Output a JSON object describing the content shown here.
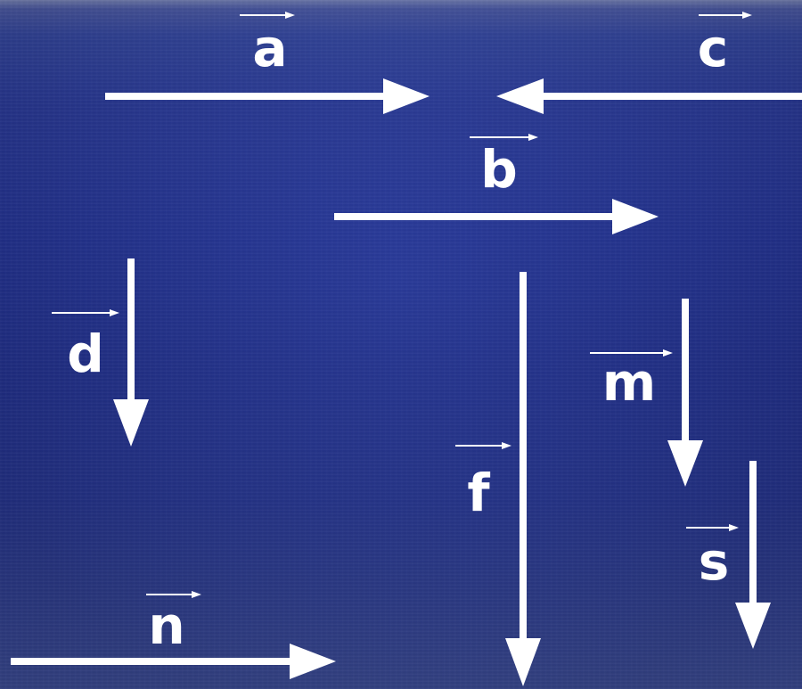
{
  "background": {
    "description_colors": {
      "top": "#4c5aa3",
      "middle": "#22318d",
      "bottom": "#3a4a90"
    }
  },
  "arrow_color": "#ffffff",
  "vectors": [
    {
      "id": "a",
      "label": "a",
      "direction": "right"
    },
    {
      "id": "c",
      "label": "c",
      "direction": "left"
    },
    {
      "id": "b",
      "label": "b",
      "direction": "right"
    },
    {
      "id": "d",
      "label": "d",
      "direction": "down"
    },
    {
      "id": "f",
      "label": "f",
      "direction": "down"
    },
    {
      "id": "m",
      "label": "m",
      "direction": "down"
    },
    {
      "id": "s",
      "label": "s",
      "direction": "down"
    },
    {
      "id": "n",
      "label": "n",
      "direction": "right"
    }
  ]
}
